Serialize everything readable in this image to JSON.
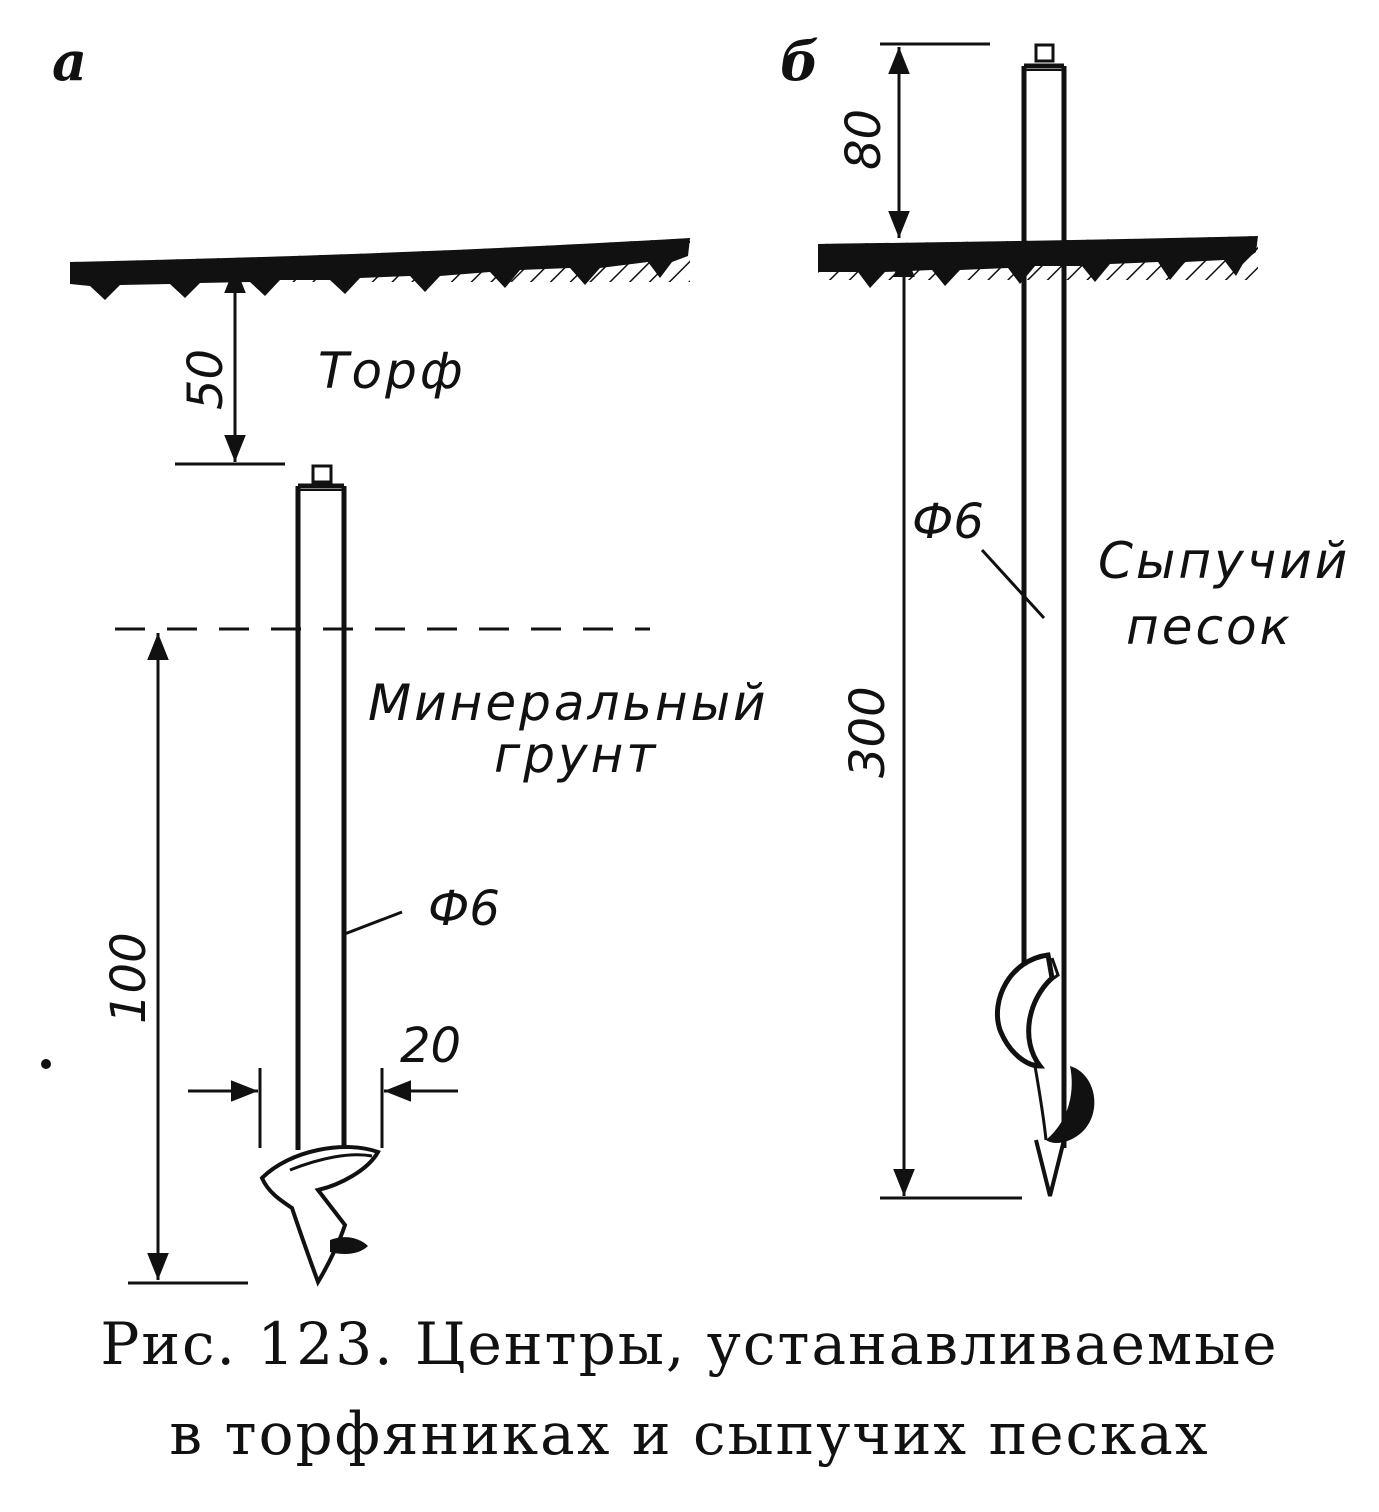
{
  "panels": {
    "a": {
      "label": "а",
      "dim_top": "50",
      "soil_label": "Торф",
      "lower_label_1": "Минеральный",
      "lower_label_2": "грунт",
      "diameter": "Ф6",
      "dim_width": "20",
      "dim_depth": "100"
    },
    "b": {
      "label": "б",
      "dim_top": "80",
      "diameter": "Ф6",
      "soil_label_1": "Сыпучий",
      "soil_label_2": "песок",
      "dim_depth": "300"
    }
  },
  "caption": {
    "line1": "Рис.  123.  Центры,  устанавливаемые",
    "line2": "в  торфяниках  и  сыпучих   песках"
  }
}
